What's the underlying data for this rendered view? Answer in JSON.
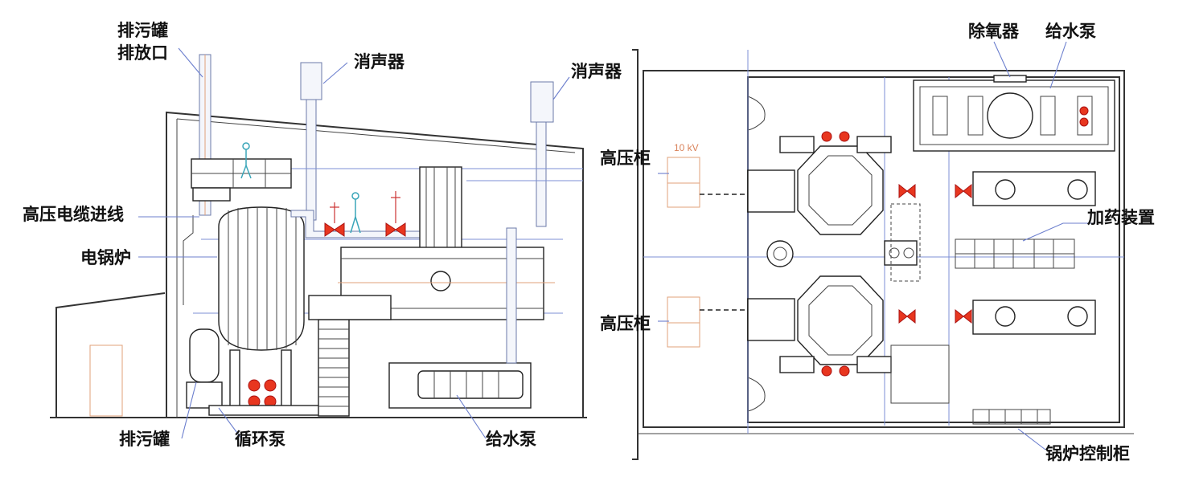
{
  "left_view": {
    "labels": {
      "drain_outlet_line1": "排污罐",
      "drain_outlet_line2": "排放口",
      "muffler_1": "消声器",
      "muffler_2": "消声器",
      "hv_cable_inlet": "高压电缆进线",
      "electric_boiler": "电锅炉",
      "drain_tank": "排污罐",
      "circulation_pump": "循环泵",
      "feed_pump": "给水泵"
    }
  },
  "right_view": {
    "labels": {
      "deaerator": "除氧器",
      "feed_pump": "给水泵",
      "hv_cabinet_1": "高压柜",
      "hv_cabinet_2": "高压柜",
      "dosing_device": "加药装置",
      "boiler_control_cabinet": "锅炉控制柜",
      "voltage_tag": "10 kV"
    }
  },
  "colors": {
    "leader": "#6c7fce",
    "valve_red": "#e8361f",
    "orange_line": "#e0a07a",
    "wall": "#333333"
  }
}
